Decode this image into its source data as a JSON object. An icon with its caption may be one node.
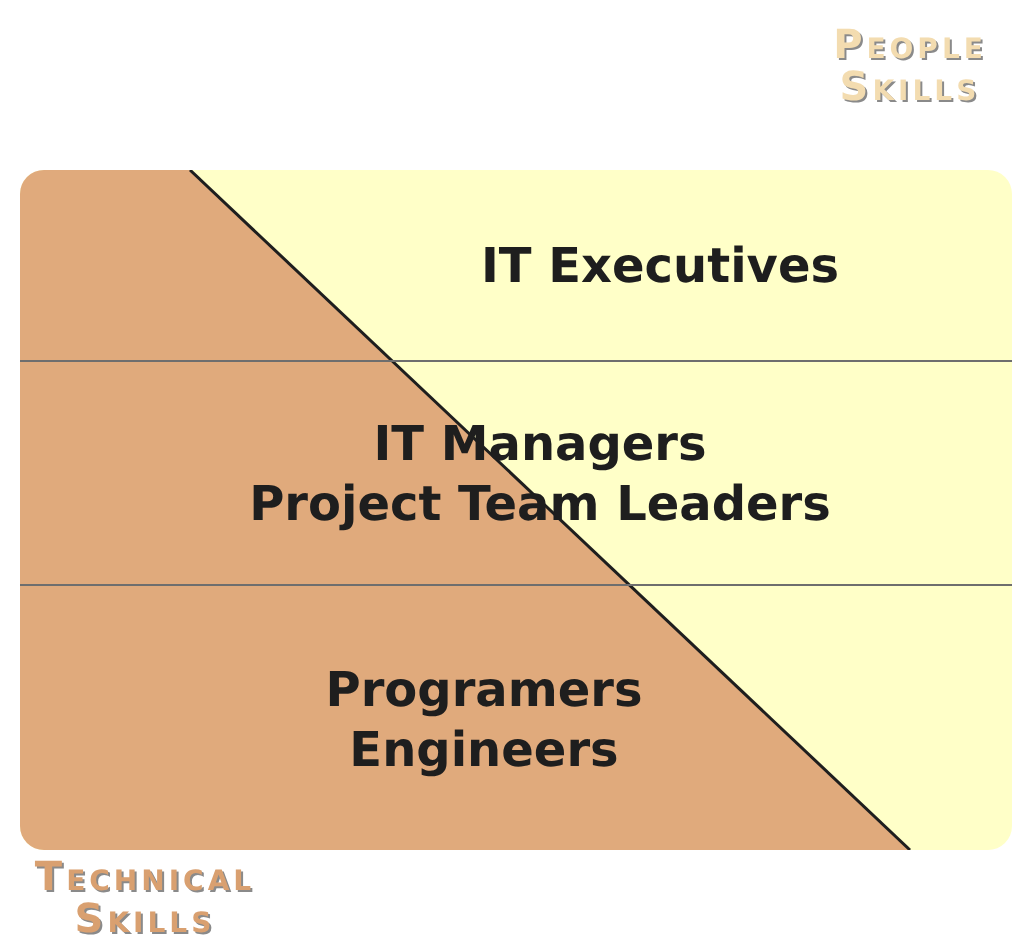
{
  "diagram": {
    "nodes": [
      {
        "text": [
          "IT Executives"
        ]
      },
      {
        "text": [
          "IT Managers",
          "Project Team Leaders"
        ]
      },
      {
        "text": [
          "Programers",
          "Engineers"
        ]
      }
    ],
    "labels": [
      "People Skills",
      "Technical Skills"
    ]
  }
}
